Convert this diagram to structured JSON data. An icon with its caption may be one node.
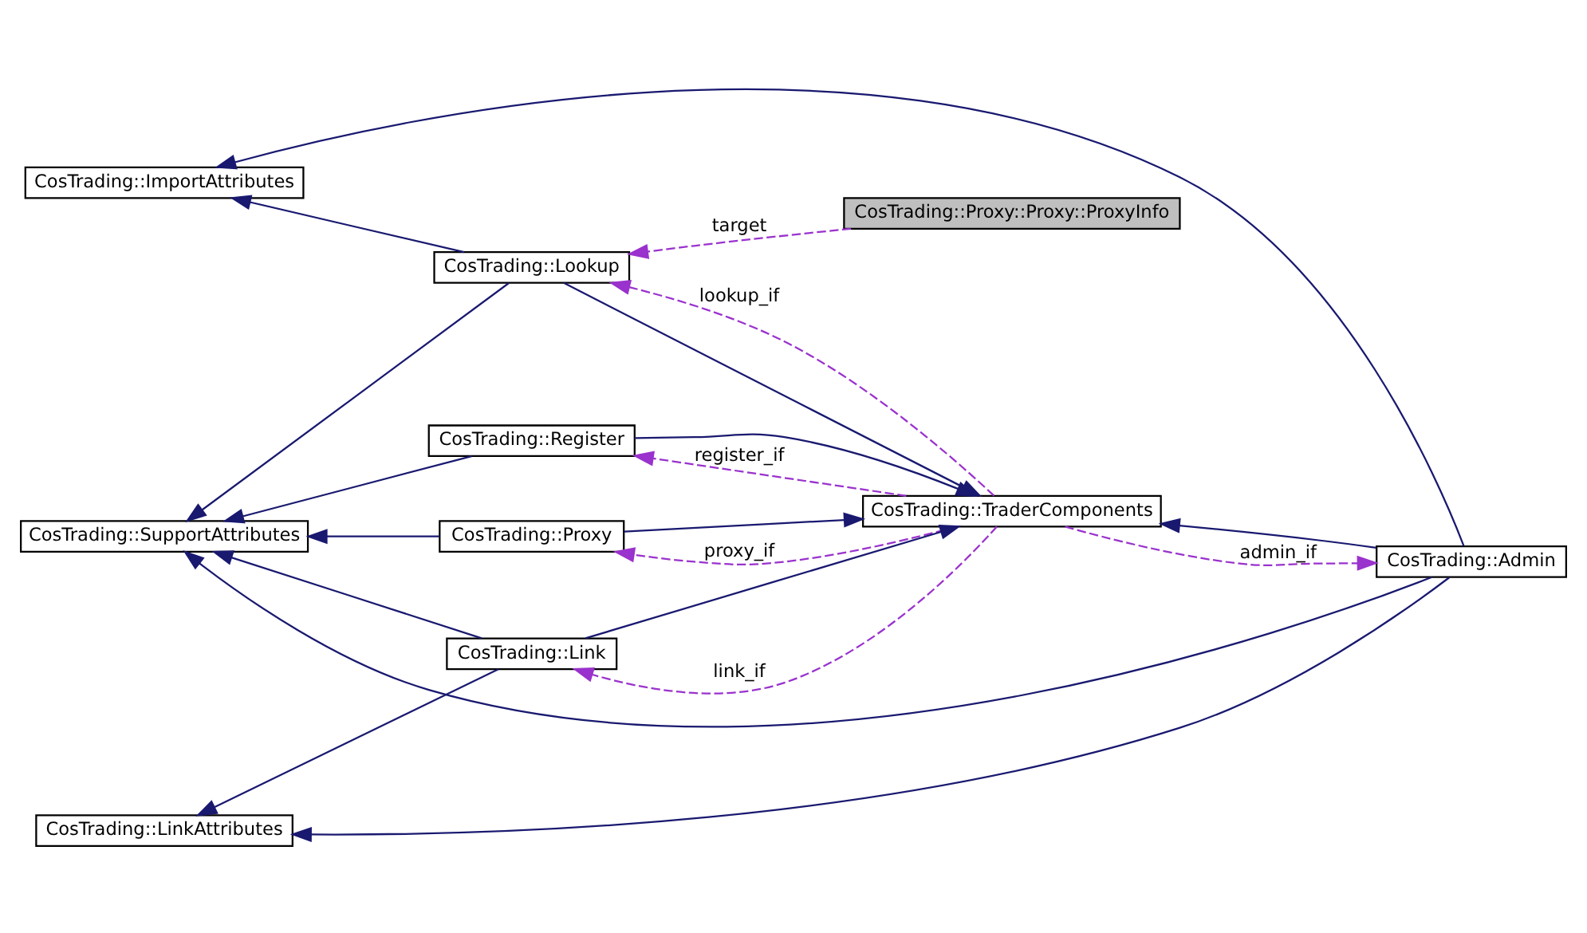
{
  "diagram": {
    "nodes": [
      {
        "text": [
          "CosTrading::ImportAttributes"
        ]
      },
      {
        "text": [
          "CosTrading::Admin"
        ]
      },
      {
        "text": [
          "CosTrading::LinkAttributes"
        ]
      },
      {
        "text": [
          "CosTrading::Proxy::Proxy::ProxyInfo"
        ]
      },
      {
        "text": [
          "CosTrading::Lookup"
        ]
      },
      {
        "text": [
          "CosTrading::TraderComponents"
        ]
      },
      {
        "text": [
          "CosTrading::Link"
        ]
      },
      {
        "text": [
          "CosTrading::SupportAttributes"
        ]
      },
      {
        "text": [
          "CosTrading::Proxy"
        ]
      },
      {
        "text": [
          "CosTrading::Register"
        ]
      }
    ],
    "edges": [
      {
        "from": 1,
        "to": 0,
        "arrow": "to"
      },
      {
        "from": 4,
        "to": 0,
        "arrow": "to"
      },
      {
        "from": 1,
        "to": 2,
        "arrow": "to"
      },
      {
        "from": 1,
        "to": 7,
        "arrow": "to"
      },
      {
        "from": 1,
        "to": 5,
        "arrow": "to"
      },
      {
        "from": 6,
        "to": 2,
        "arrow": "to"
      },
      {
        "from": 3,
        "to": 4,
        "arrow": "to",
        "label": "target",
        "style": "dashed",
        "color": "#9a32cd"
      },
      {
        "from": 4,
        "to": 5,
        "arrow": "to"
      },
      {
        "from": 4,
        "to": 7,
        "arrow": "to"
      },
      {
        "from": 5,
        "to": 1,
        "arrow": "to",
        "label": "admin_if",
        "style": "dashed",
        "color": "#9a32cd"
      },
      {
        "from": 5,
        "to": 4,
        "arrow": "to",
        "label": "lookup_if",
        "style": "dashed",
        "color": "#9a32cd"
      },
      {
        "from": 5,
        "to": 6,
        "arrow": "to",
        "label": "link_if",
        "style": "dashed",
        "color": "#9a32cd"
      },
      {
        "from": 6,
        "to": 5,
        "arrow": "to"
      },
      {
        "from": 6,
        "to": 7,
        "arrow": "to"
      },
      {
        "from": 5,
        "to": 8,
        "arrow": "to",
        "label": "proxy_if",
        "style": "dashed",
        "color": "#9a32cd"
      },
      {
        "from": 8,
        "to": 5,
        "arrow": "to"
      },
      {
        "from": 8,
        "to": 7,
        "arrow": "to"
      },
      {
        "from": 5,
        "to": 9,
        "arrow": "to",
        "label": "register_if",
        "style": "dashed",
        "color": "#9a32cd"
      },
      {
        "from": 9,
        "to": 5,
        "arrow": "to"
      },
      {
        "from": 9,
        "to": 7,
        "arrow": "to"
      }
    ]
  }
}
